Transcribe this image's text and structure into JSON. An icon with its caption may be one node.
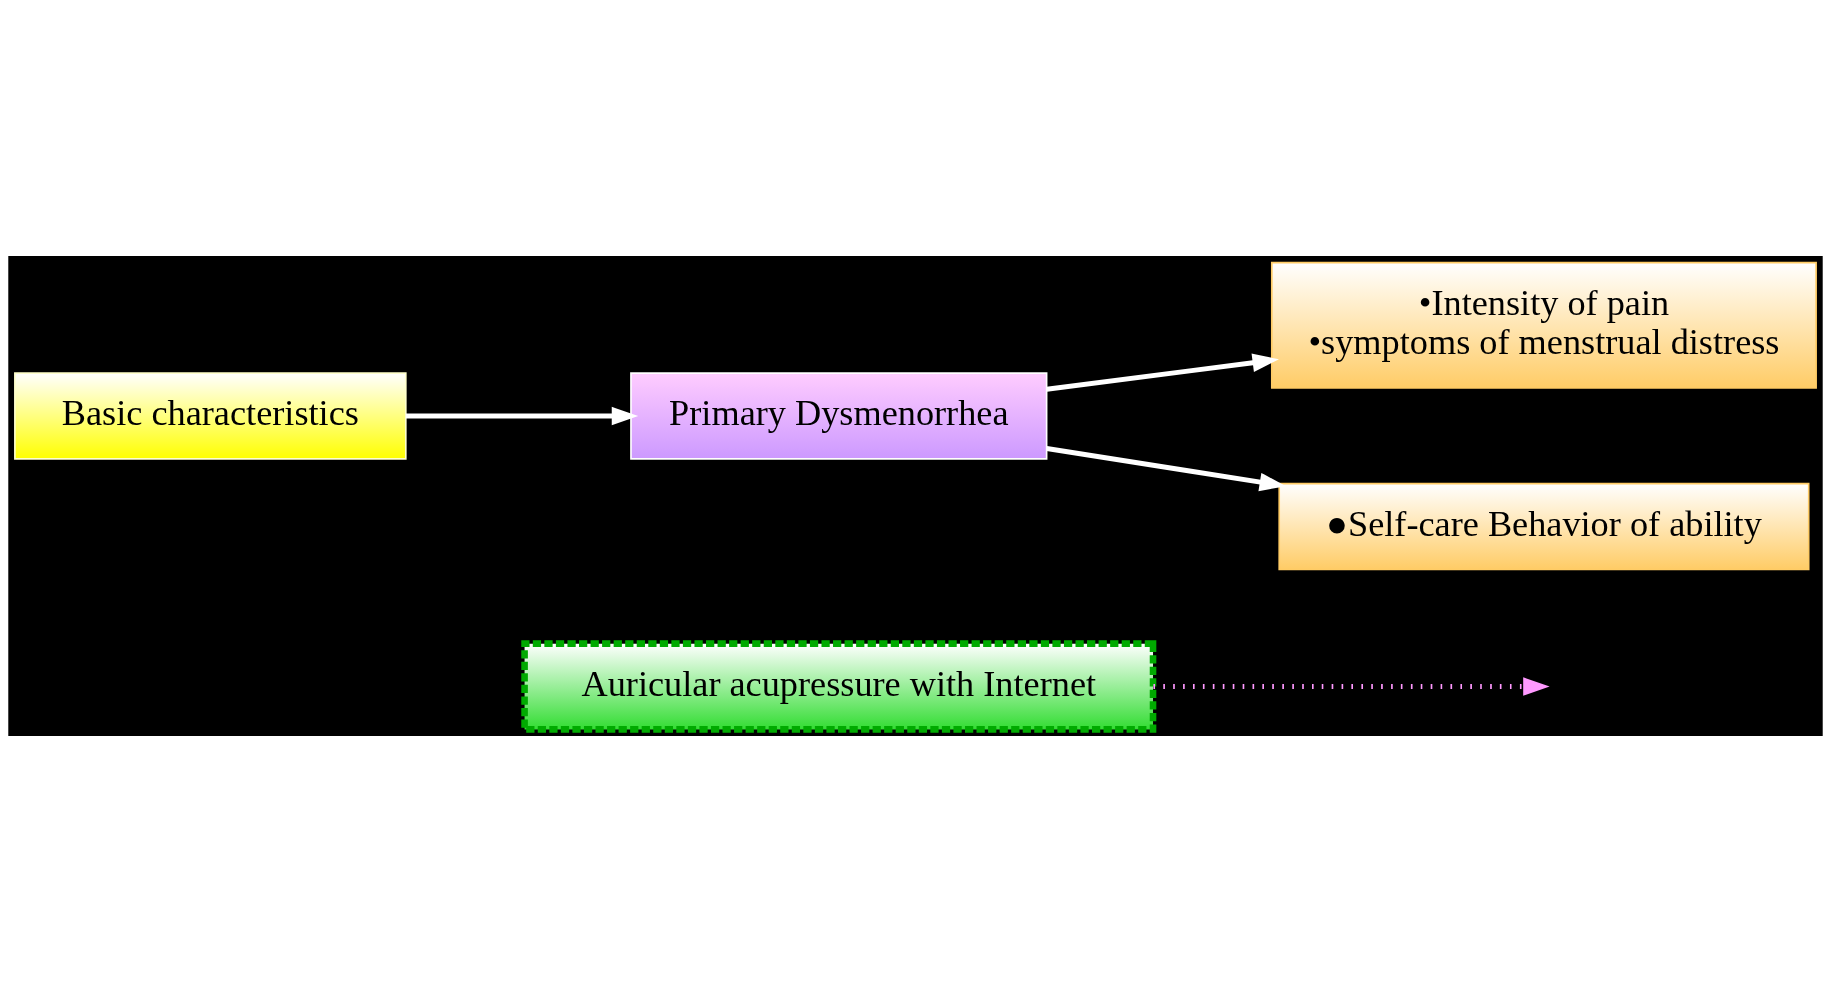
{
  "diagram": {
    "nodes": [
      {
        "text": [
          "Auricular acupressure with Internet"
        ]
      },
      {
        "text": [
          "Basic characteristics"
        ]
      },
      {
        "text": [
          "Primary Dysmenorrhea"
        ]
      },
      {
        "text": [
          "•Intensity of pain",
          "•symptoms of menstrual distress"
        ]
      },
      {
        "text": [
          "●Self-care Behavior of ability"
        ]
      }
    ],
    "edges": [
      {
        "from": 1,
        "to": 2,
        "arrow": "to"
      },
      {
        "from": 2,
        "to": 3,
        "arrow": "to"
      },
      {
        "from": 2,
        "to": 4,
        "arrow": "to"
      },
      {
        "from": 0,
        "to": null,
        "arrow": "to",
        "style": "dashed",
        "color": "#ff99ff"
      }
    ]
  }
}
